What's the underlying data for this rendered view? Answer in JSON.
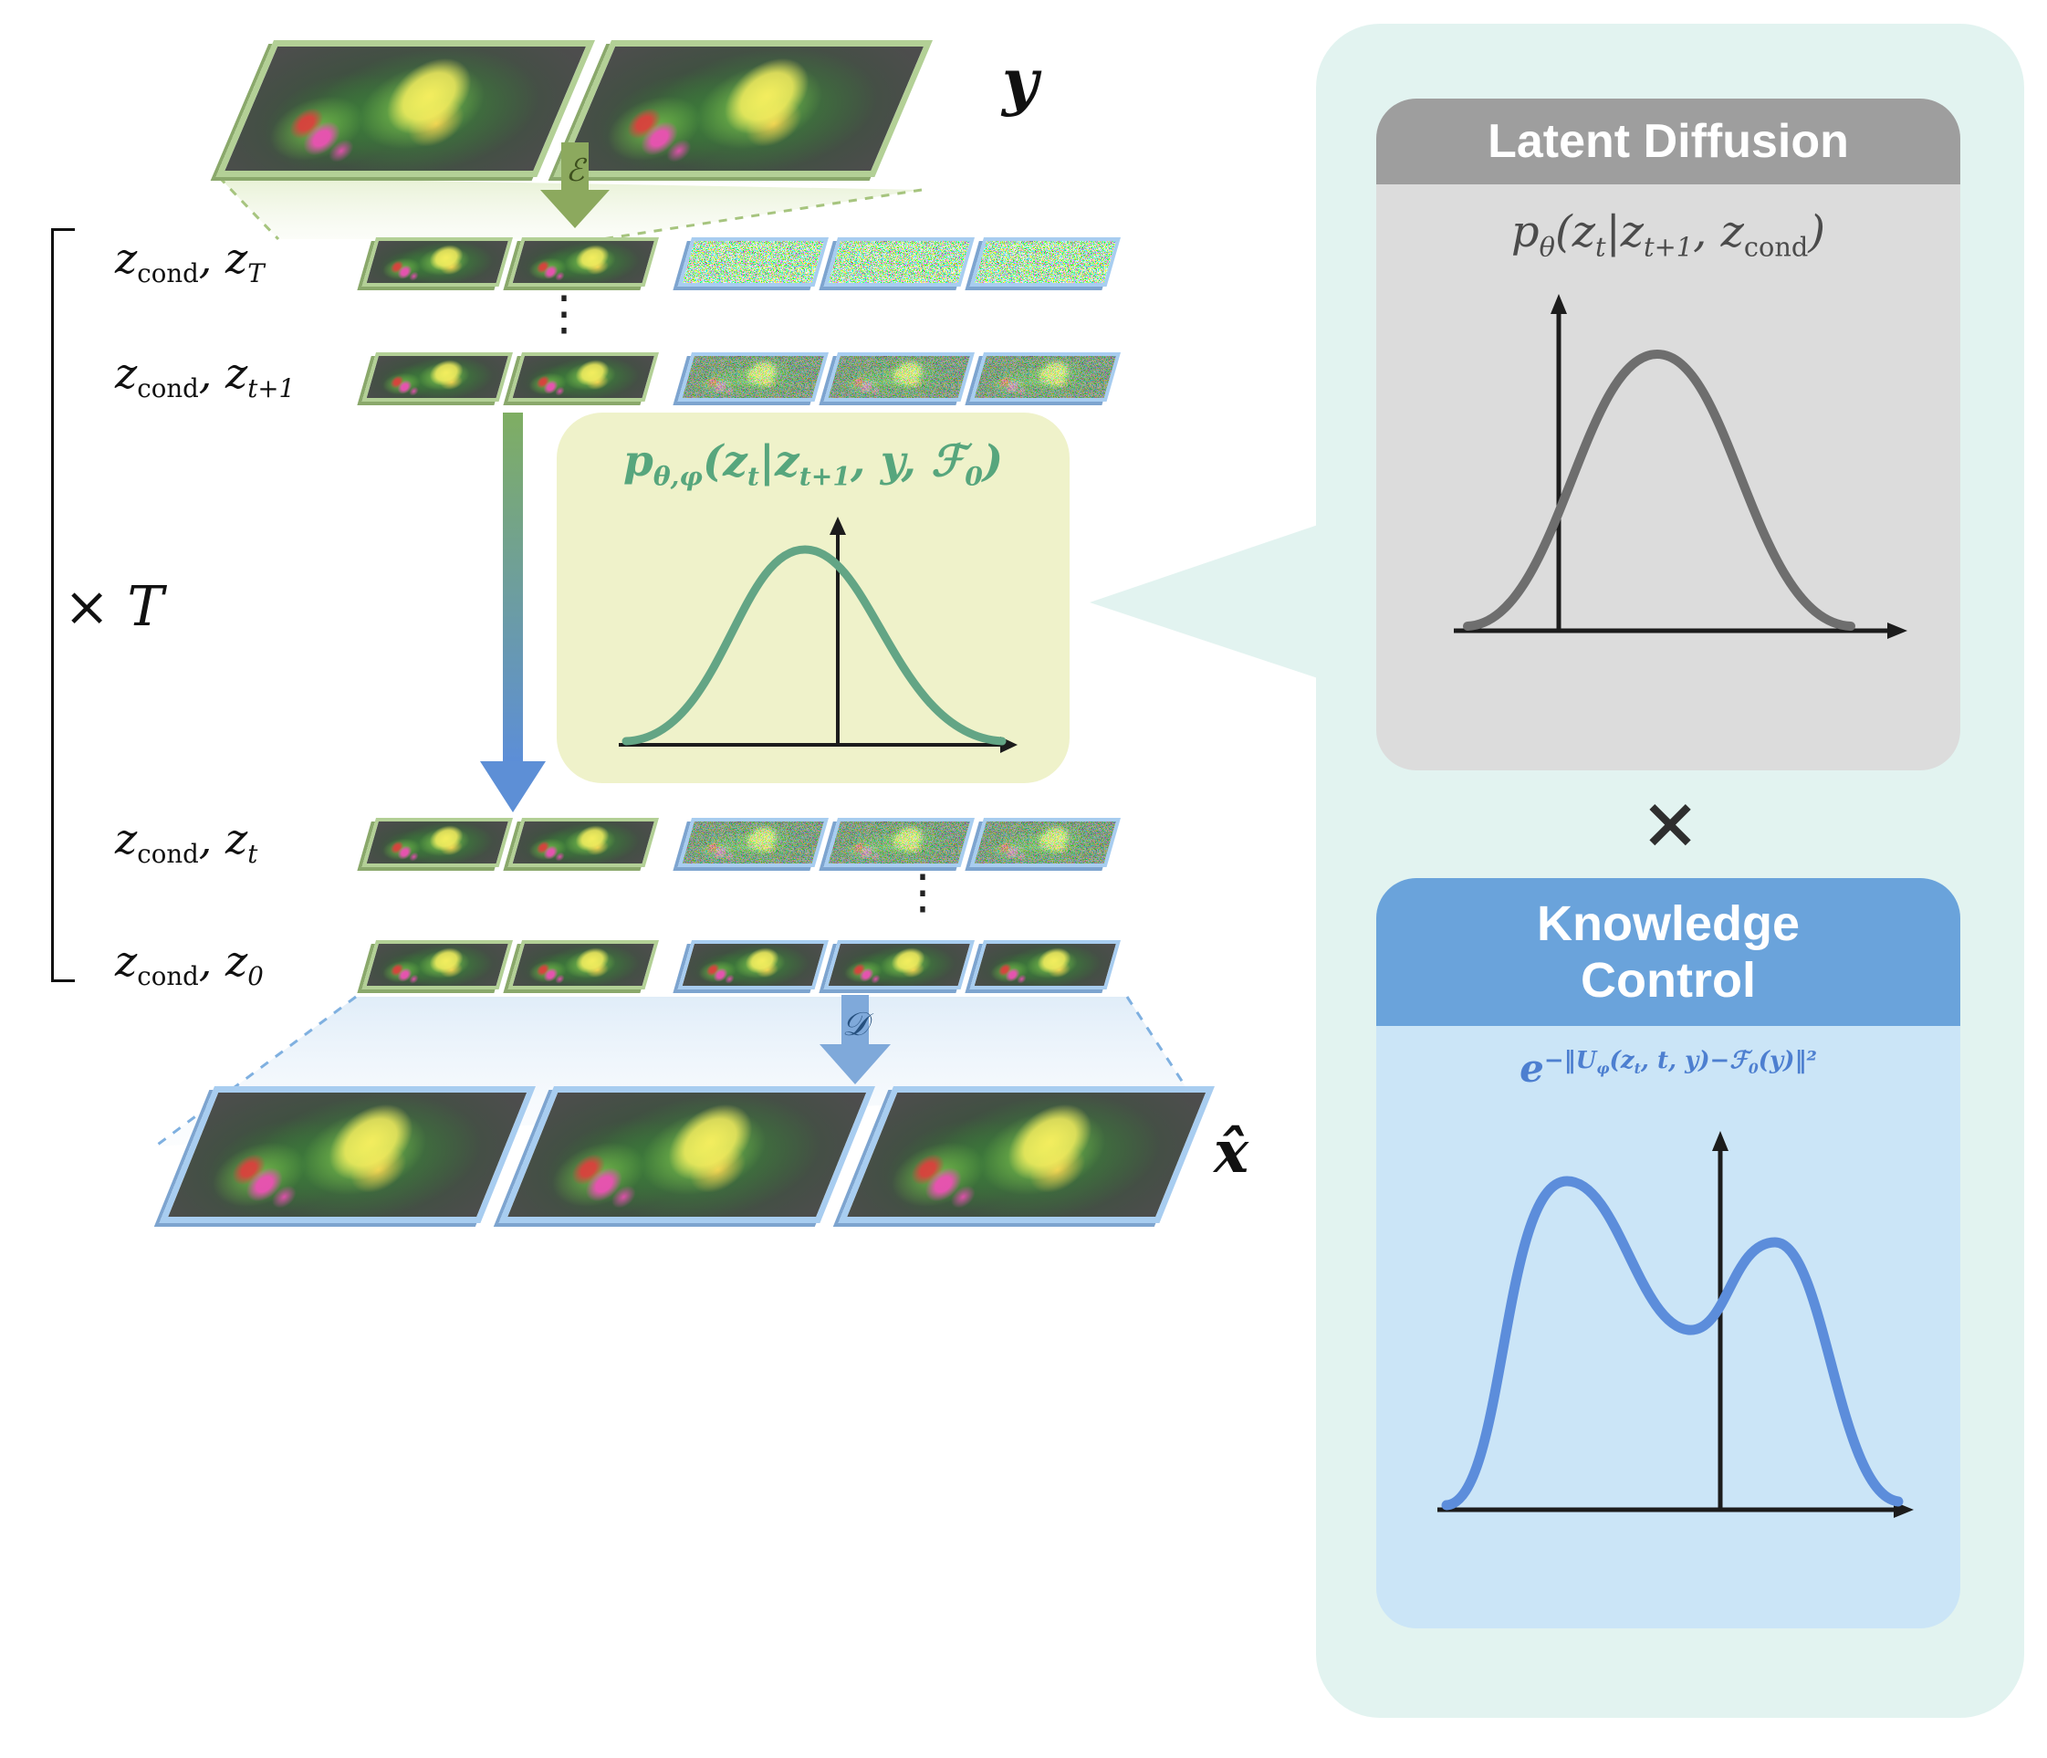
{
  "figure": {
    "input_label": "y",
    "output_label": "x̂",
    "encoder_label": "ℰ",
    "decoder_label": "𝒟",
    "iteration_label": "× T",
    "ellipsis": "⋮",
    "rows": {
      "zT": "z_{\\text{cond}}, z_{T}",
      "zt1": "z_{\\text{cond}}, z_{t+1}",
      "zt": "z_{\\text{cond}}, z_{t}",
      "z0": "z_{\\text{cond}}, z_{0}"
    },
    "center_formula": "p_{θ,φ}(z_{t}|z_{t+1}, y, ℱ_{0})"
  },
  "right_panel": {
    "latent_diffusion": {
      "title": "Latent Diffusion",
      "formula": "p_{θ}(z_{t}|z_{t+1}, z_{\\text{cond}})"
    },
    "multiply_symbol": "×",
    "knowledge_control": {
      "title": "Knowledge Control",
      "formula": "e^{−‖U_{φ}(z_{t}, t, y)−ℱ_{0}(y)‖²}"
    }
  },
  "colors": {
    "panel_bg": "#e2f3f0",
    "yellow_box_bg": "#eff2ca",
    "green_accent": "#57a67d",
    "gray_header": "#9e9e9e",
    "gray_curve": "#6e6e6e",
    "blue_header": "#6aa3db",
    "blue_accent": "#5c8ddb",
    "green_frame": "#b3d096",
    "blue_frame": "#a8cdf0"
  }
}
